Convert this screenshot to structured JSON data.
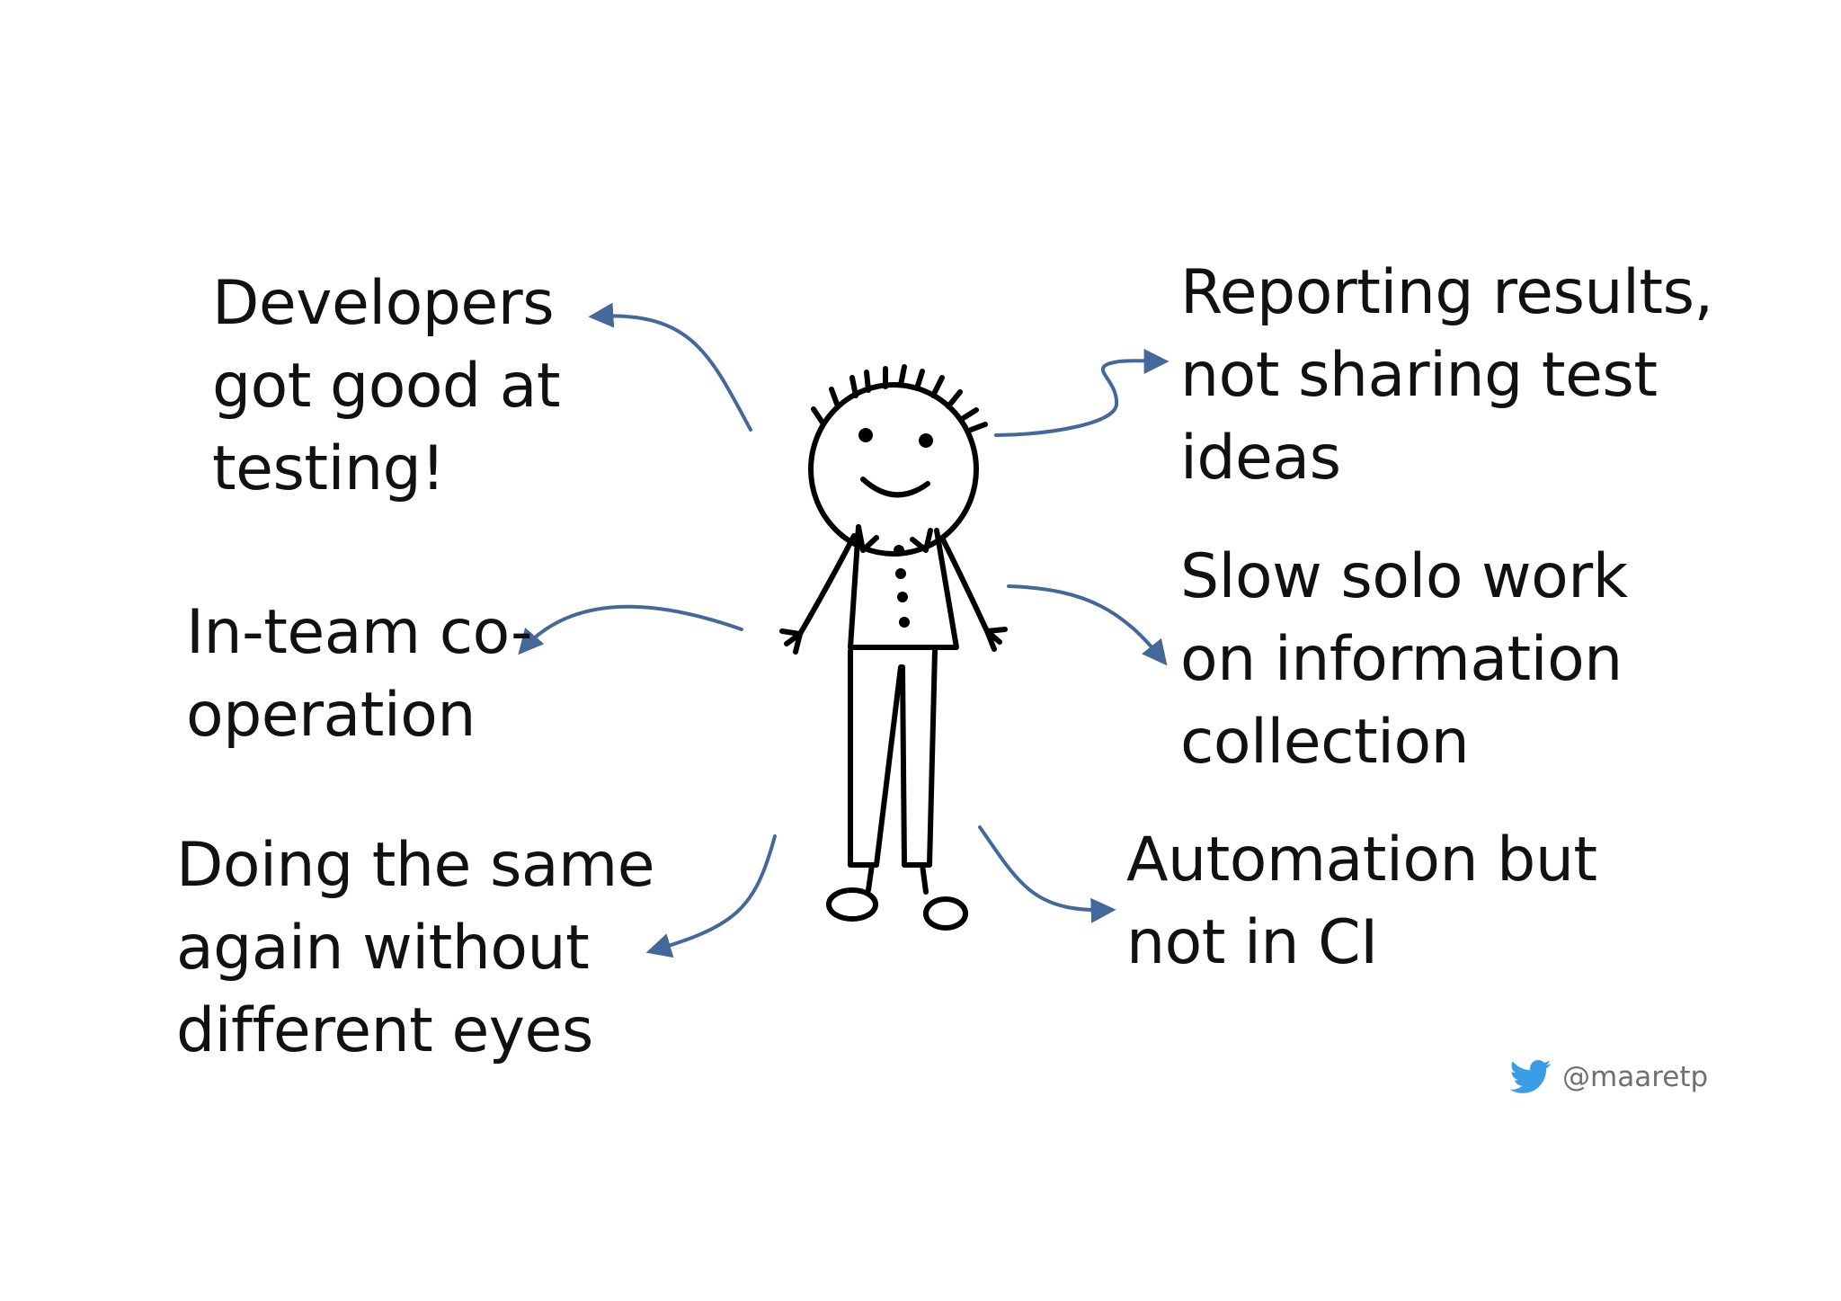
{
  "colors": {
    "arrow": "#44689a",
    "text": "#111111",
    "handle_text": "#707070",
    "twitter_bird": "#3b9ce8",
    "figure": "#000000"
  },
  "labels": {
    "developers": [
      "Developers",
      "got good at",
      "testing!"
    ],
    "inteam": [
      "In-team co-",
      "operation"
    ],
    "doing": [
      "Doing the same",
      "again without",
      "different eyes"
    ],
    "reporting": [
      "Reporting results,",
      "not sharing test",
      "ideas"
    ],
    "slow": [
      "Slow solo work",
      "on information",
      "collection"
    ],
    "automation": [
      "Automation but",
      "not in CI"
    ]
  },
  "footer": {
    "icon": "twitter-bird-icon",
    "handle": "@maaretp"
  }
}
